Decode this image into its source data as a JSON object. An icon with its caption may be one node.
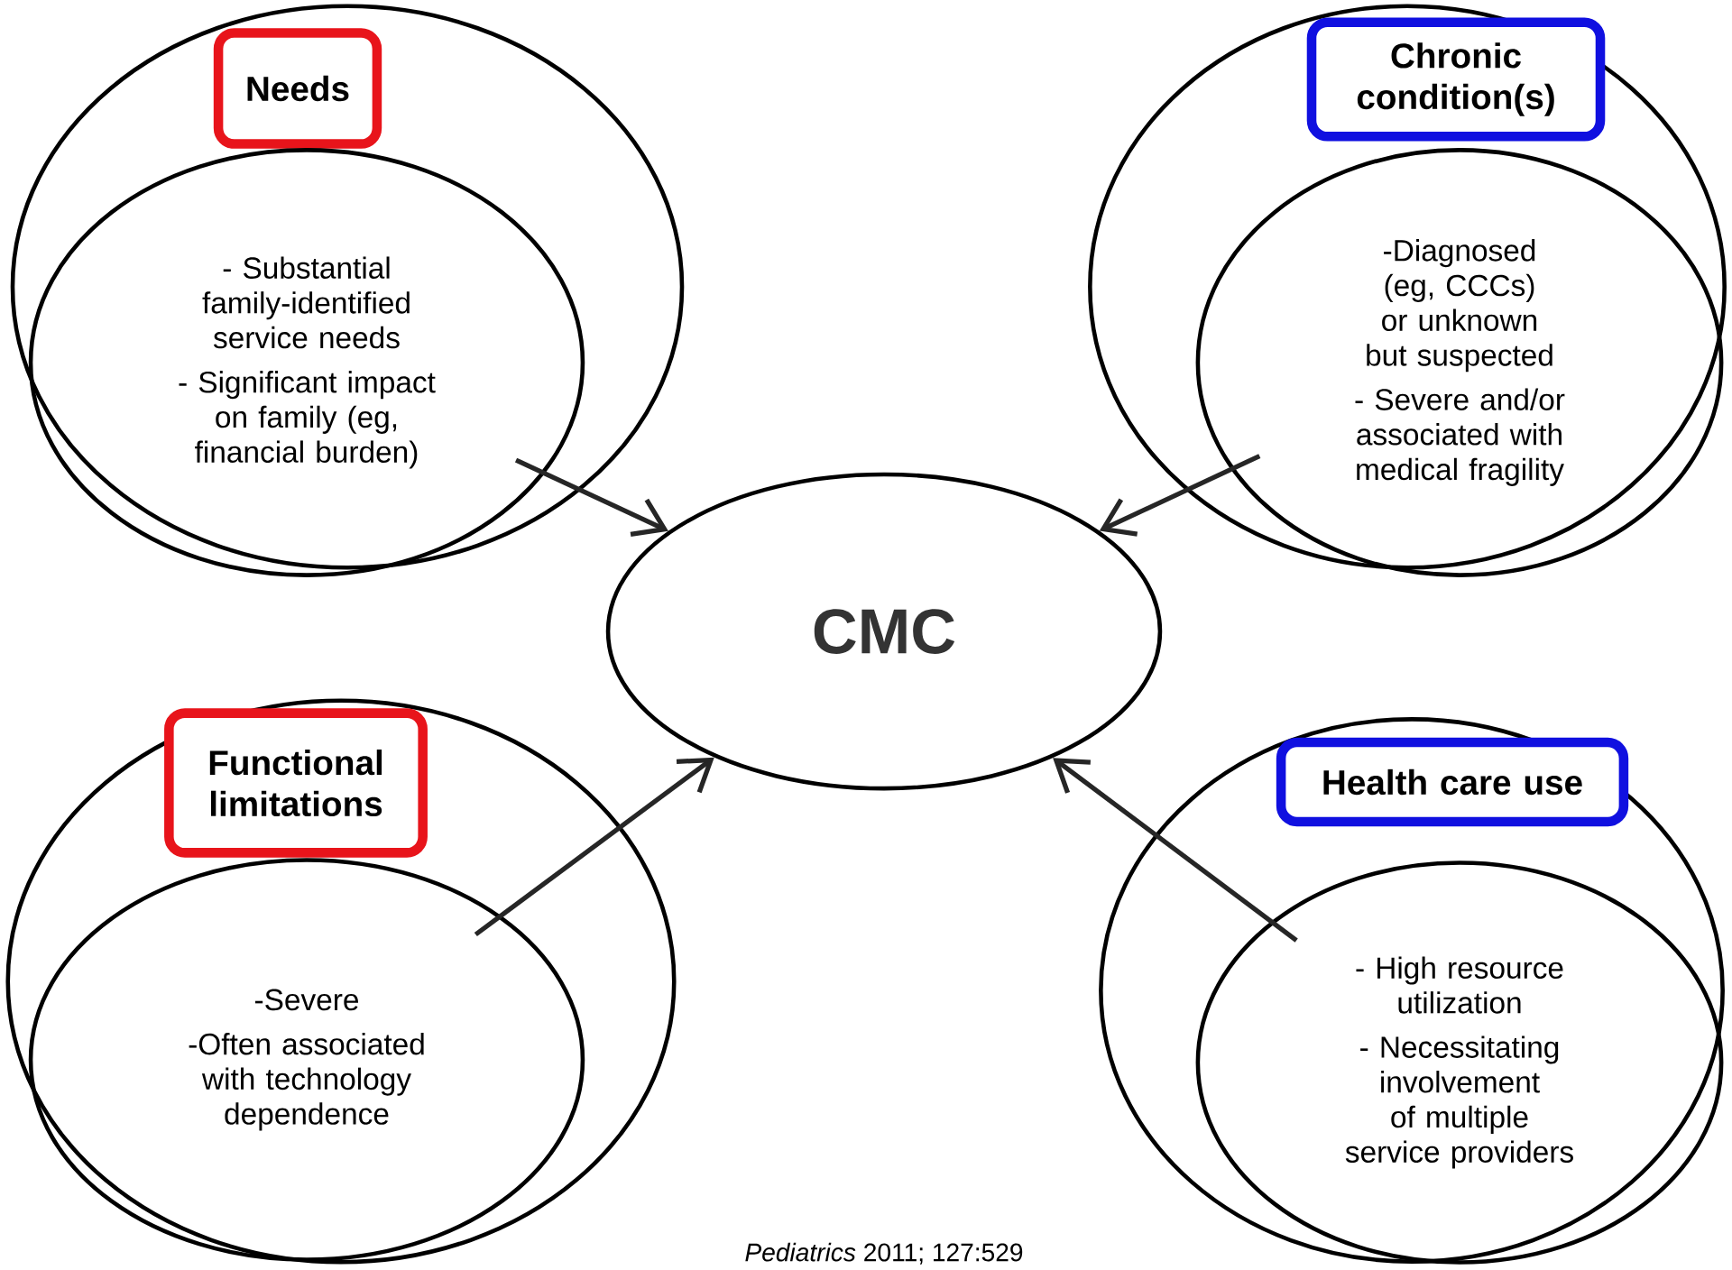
{
  "diagram": {
    "caption": "*Pediatrics* 2011; 127:529",
    "nodes": [
      {
        "text": [],
        "shape": "ellipse"
      },
      {
        "text": [
          "Needs"
        ],
        "in": 0
      },
      {
        "text": [
          "- Substantial family-identified service needs",
          "- Significant impact on family (eg, financial burden)"
        ],
        "in": 0
      },
      {
        "text": [],
        "shape": "ellipse"
      },
      {
        "text": [
          "Chronic condition(s)"
        ],
        "in": 3
      },
      {
        "text": [
          "-Diagnosed (eg, CCCs) or unknown but suspected",
          "- Severe and/or associated with medical fragility"
        ],
        "in": 3
      },
      {
        "text": [
          "CMC"
        ]
      },
      {
        "text": [],
        "shape": "ellipse"
      },
      {
        "text": [
          "Functional limitations"
        ],
        "in": 7
      },
      {
        "text": [
          "-Severe",
          "-Often associated with technology dependence"
        ],
        "in": 7
      },
      {
        "text": [],
        "shape": "ellipse"
      },
      {
        "text": [
          "Health care use"
        ],
        "in": 10
      },
      {
        "text": [
          "- High resource utilization",
          "- Necessitating involvement of multiple service providers"
        ],
        "in": 10
      }
    ],
    "edges": [
      {
        "from": 2,
        "to": 6,
        "arrow": "to"
      },
      {
        "from": 5,
        "to": 6,
        "arrow": "to"
      },
      {
        "from": 9,
        "to": 6,
        "arrow": "to"
      },
      {
        "from": 12,
        "to": 6,
        "arrow": "to"
      }
    ]
  }
}
